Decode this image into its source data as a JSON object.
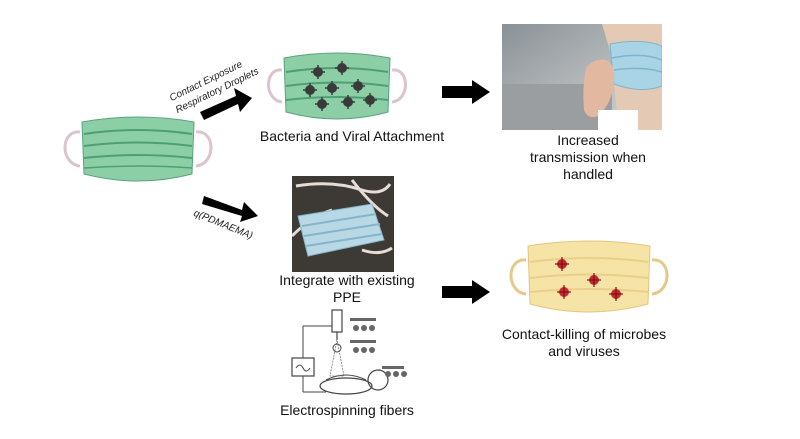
{
  "labels": {
    "contact_exposure": "Contact Exposure",
    "respiratory_droplets": "Respiratory Droplets",
    "polymer": "q(PDMAEMA)",
    "bacteria_viral": "Bacteria and Viral Attachment",
    "increased_transmission": "Increased transmission when handled",
    "integrate_ppe": "Integrate with existing PPE",
    "electrospinning": "Electrospinning fibers",
    "contact_killing": "Contact-killing of microbes and viruses"
  },
  "colors": {
    "green_mask": "#8ccfa7",
    "green_pleat": "#56b383",
    "blue_mask": "#a9d4e6",
    "yellow_mask": "#f6e3a6",
    "microbe_dark": "#3a3a3a",
    "microbe_red": "#c8282f",
    "arrow": "#000000"
  },
  "icons": {
    "arrow": "arrow-right-icon",
    "microbe": "virus-icon"
  }
}
